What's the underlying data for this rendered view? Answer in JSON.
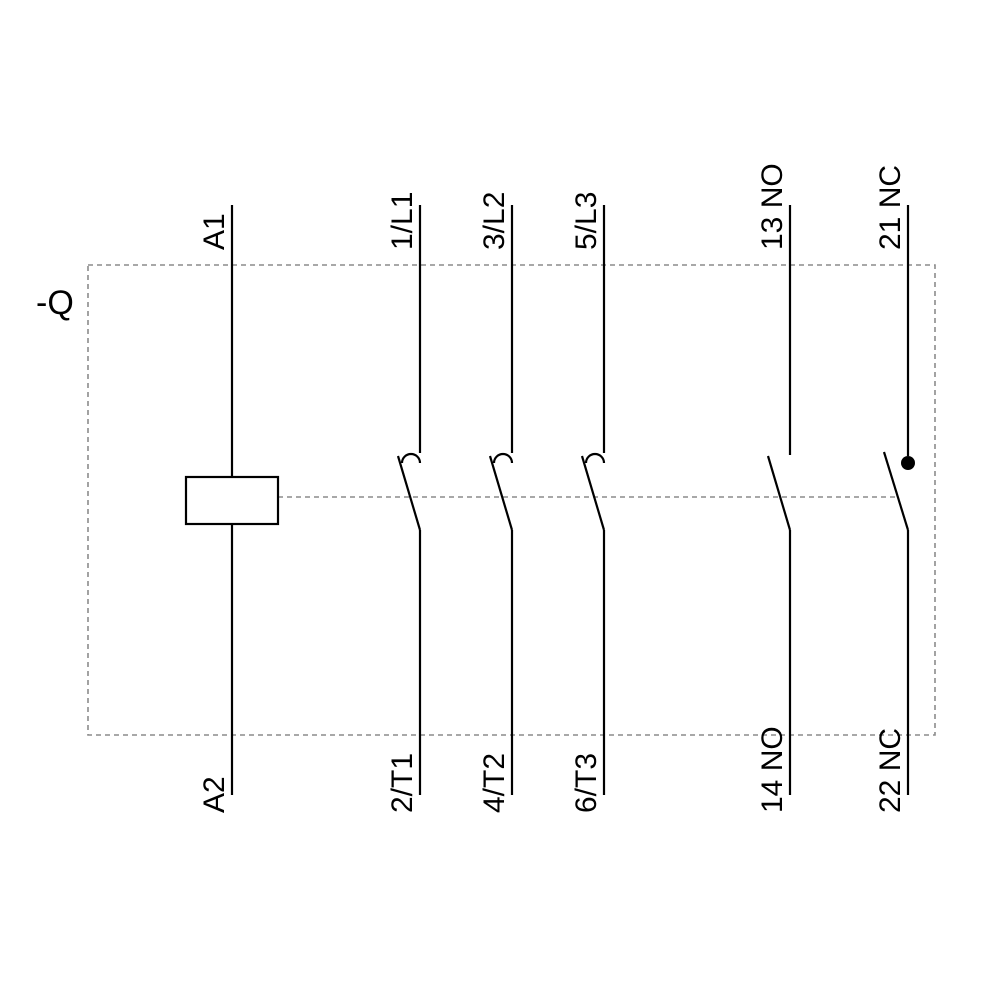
{
  "device": {
    "designator": "-Q"
  },
  "coil": {
    "top_terminal": "A1",
    "bottom_terminal": "A2",
    "symbol": "coil-rectangle"
  },
  "poles": [
    {
      "top": "1/L1",
      "bottom": "2/T1",
      "symbol": "main-no-contact"
    },
    {
      "top": "3/L2",
      "bottom": "4/T2",
      "symbol": "main-no-contact"
    },
    {
      "top": "5/L3",
      "bottom": "6/T3",
      "symbol": "main-no-contact"
    },
    {
      "top": "13 NO",
      "bottom": "14 NO",
      "symbol": "aux-no-contact"
    },
    {
      "top": "21 NC",
      "bottom": "22 NC",
      "symbol": "aux-nc-contact"
    }
  ],
  "colors": {
    "line": "#000000",
    "dashed_outline": "#8c8c8c",
    "background": "#ffffff"
  }
}
